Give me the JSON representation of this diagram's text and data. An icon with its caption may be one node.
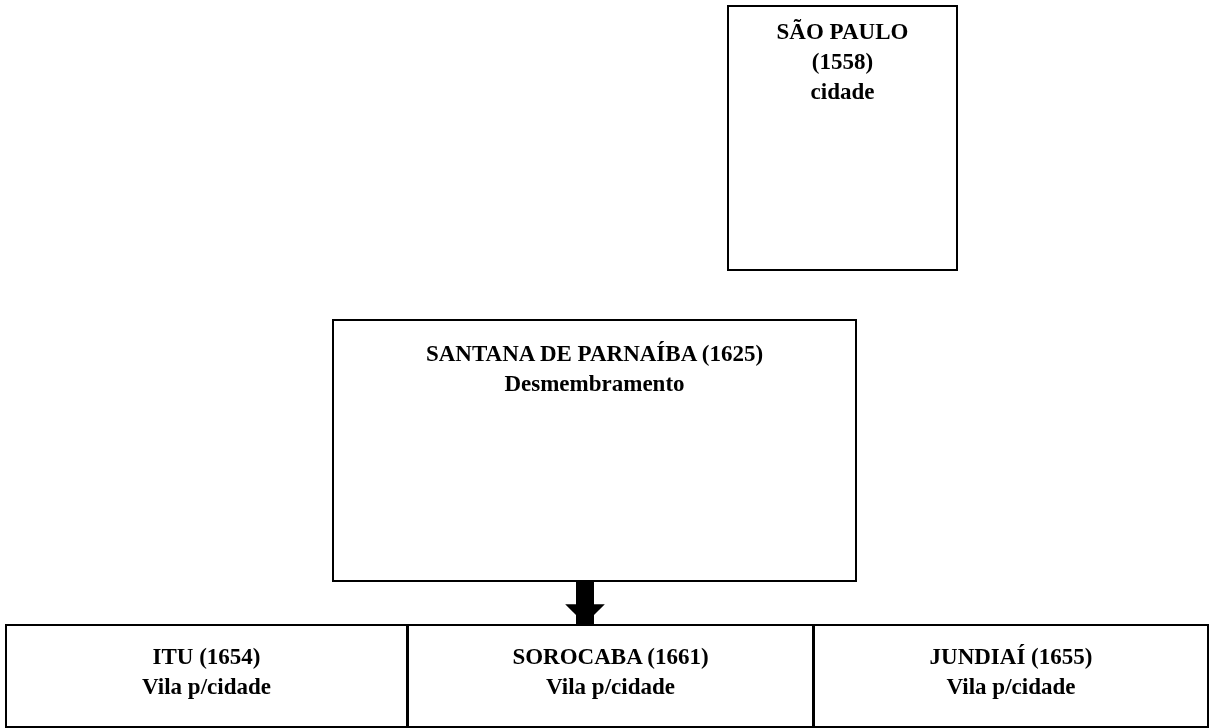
{
  "diagram": {
    "nodes": [
      {
        "text": [
          "SÃO PAULO",
          "(1558)",
          "cidade"
        ]
      },
      {
        "text": [
          "SANTANA DE PARNAÍBA (1625)",
          "Desmembramento"
        ]
      },
      {
        "text": [
          "ITU (1654)",
          "Vila p/cidade"
        ]
      },
      {
        "text": [
          "SOROCABA (1661)",
          "Vila p/cidade"
        ]
      },
      {
        "text": [
          "JUNDIAÍ (1655)",
          "Vila p/cidade"
        ]
      }
    ],
    "edges": [
      {
        "from": 1,
        "to": 3,
        "arrow": "to"
      }
    ]
  }
}
